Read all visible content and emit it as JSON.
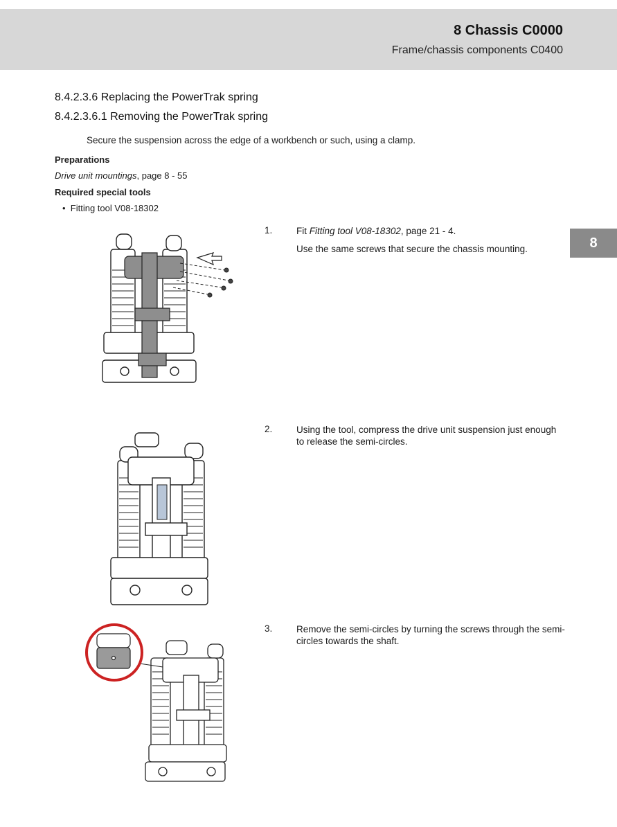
{
  "header": {
    "chapter": "8 Chassis C0000",
    "section": "Frame/chassis components C0400"
  },
  "side_tab": "8",
  "headings": {
    "h1": "8.4.2.3.6 Replacing the PowerTrak spring",
    "h2": "8.4.2.3.6.1 Removing the PowerTrak spring"
  },
  "intro": "Secure the suspension across the edge of a workbench or such, using a clamp.",
  "preparations": {
    "label": "Preparations",
    "ref_title": "Drive unit mountings",
    "ref_page": ", page 8 - 55"
  },
  "tools": {
    "label": "Required special tools",
    "items": [
      "Fitting tool V08-18302"
    ]
  },
  "steps": [
    {
      "num": "1.",
      "ref": "Fitting tool V08-18302",
      "ref_tail": ", page 21 - 4.",
      "prefix": "Fit ",
      "text2": "Use the same screws that secure the chassis mounting."
    },
    {
      "num": "2.",
      "text": "Using the tool, compress the drive unit suspension just enough to release the semi-circles."
    },
    {
      "num": "3.",
      "text": "Remove the semi-circles by turning the screws through the semi-circles towards the shaft."
    }
  ],
  "colors": {
    "header_bg": "#d7d7d7",
    "tab_bg": "#8a8a8a",
    "highlight": "#cc2222"
  }
}
